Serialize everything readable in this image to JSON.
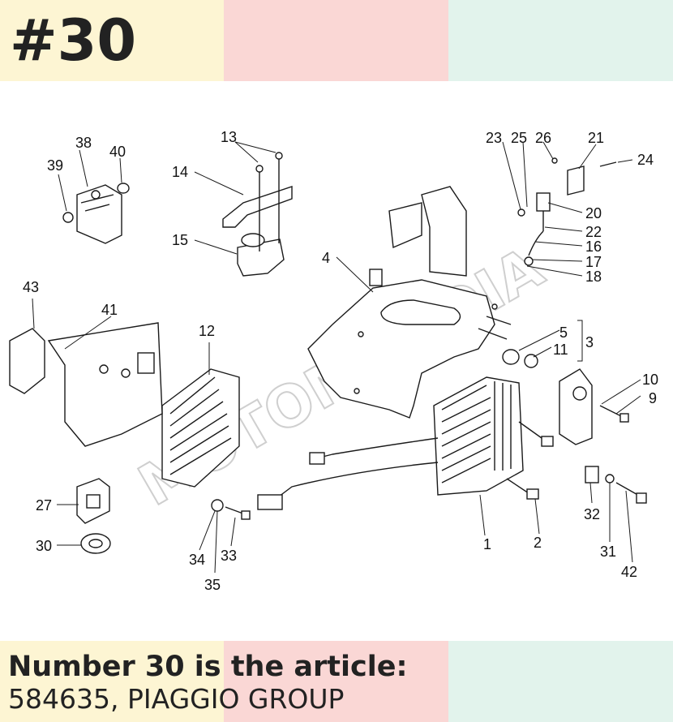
{
  "header": {
    "number": "#30"
  },
  "footer": {
    "line1": "Number 30 is the article:",
    "line2": "584635, PIAGGIO GROUP"
  },
  "watermark": {
    "text": "MOTOMUNDIA"
  },
  "callouts": [
    "1",
    "2",
    "3",
    "4",
    "5",
    "9",
    "10",
    "11",
    "12",
    "13",
    "14",
    "15",
    "16",
    "17",
    "18",
    "20",
    "21",
    "22",
    "23",
    "24",
    "25",
    "26",
    "27",
    "30",
    "31",
    "32",
    "33",
    "34",
    "35",
    "38",
    "39",
    "40",
    "41",
    "42",
    "43"
  ],
  "colors": {
    "band_yellow": "#fdf5d3",
    "band_pink": "#fad7d5",
    "band_mint": "#e2f3ec"
  }
}
